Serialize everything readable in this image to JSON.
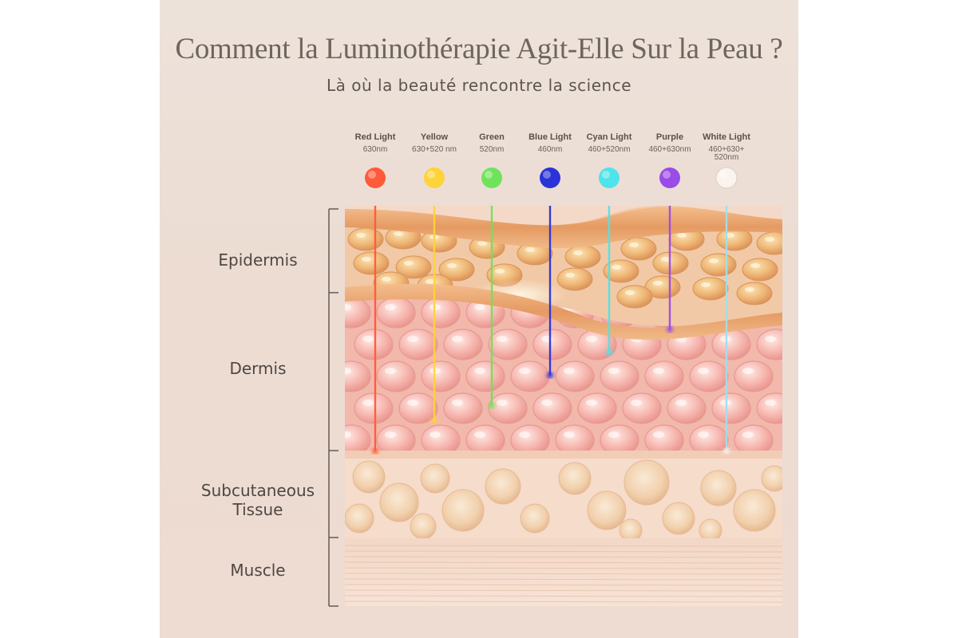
{
  "title": "Comment la Luminothérapie Agit-Elle Sur la Peau ?",
  "subtitle": "Là où la beauté rencontre la science",
  "lights": [
    {
      "name": "Red Light",
      "wavelength": "630nm",
      "color": "#ff5a3a",
      "depth": 0.97
    },
    {
      "name": "Yellow",
      "wavelength": "630+520 nm",
      "color": "#ffd33a",
      "depth": 0.85
    },
    {
      "name": "Green",
      "wavelength": "520nm",
      "color": "#6fe35a",
      "depth": 0.79
    },
    {
      "name": "Blue Light",
      "wavelength": "460nm",
      "color": "#2a33d8",
      "depth": 0.67
    },
    {
      "name": "Cyan Light",
      "wavelength": "460+520nm",
      "color": "#4fe3ea",
      "depth": 0.58
    },
    {
      "name": "Purple",
      "wavelength": "460+630nm",
      "color": "#9b4be8",
      "depth": 0.49
    },
    {
      "name": "White Light",
      "wavelength": "460+630+ 520nm",
      "color": "#fbf4ee",
      "depth": 0.97
    }
  ],
  "layers": [
    {
      "name": "Epidermis"
    },
    {
      "name": "Dermis"
    },
    {
      "name": "Subcutaneous Tissue"
    },
    {
      "name": "Muscle"
    }
  ]
}
